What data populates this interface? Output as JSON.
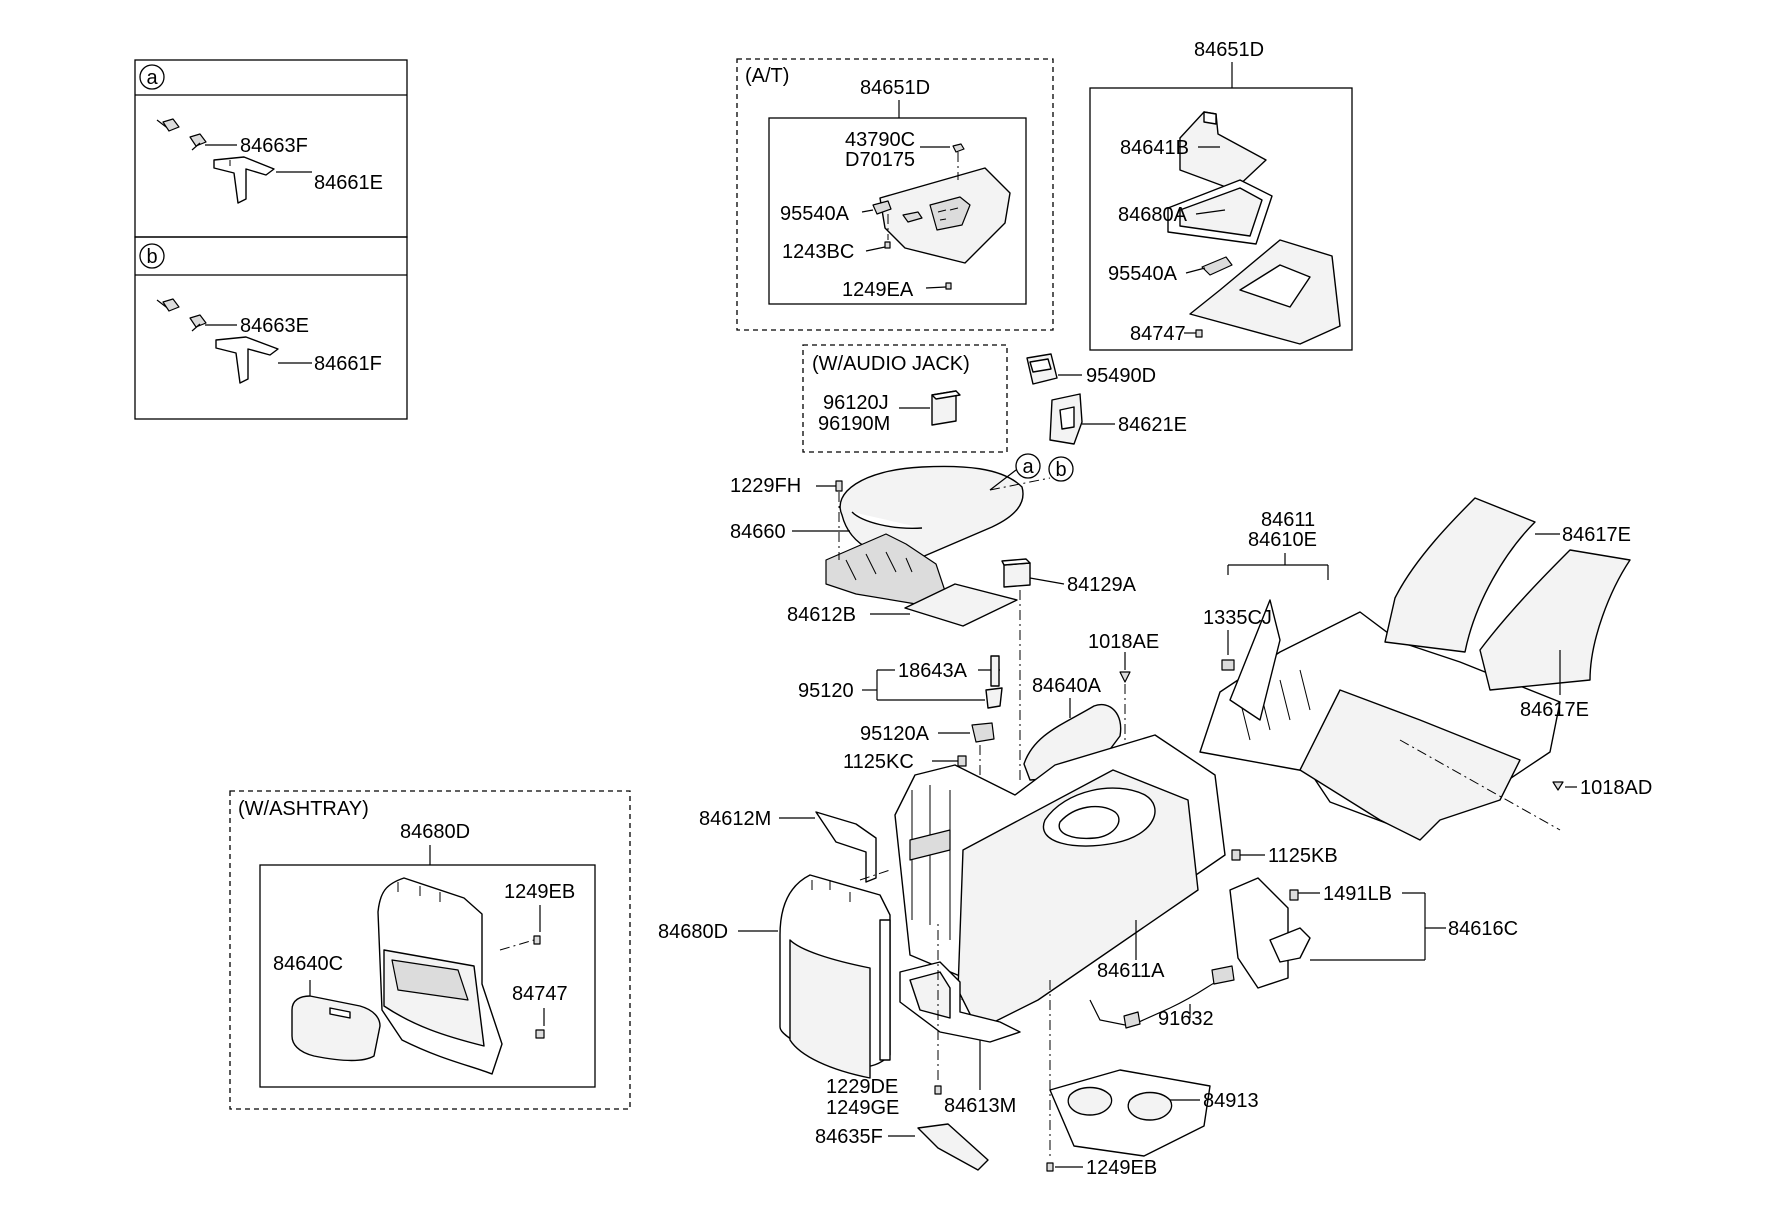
{
  "diagram": {
    "inset_boxes": {
      "a": {
        "circle": "a",
        "labels": [
          "84663F",
          "84661E"
        ]
      },
      "b": {
        "circle": "b",
        "labels": [
          "84663E",
          "84661F"
        ]
      }
    },
    "at_box": {
      "heading": "(A/T)",
      "top_label": "84651D",
      "labels": [
        "43790C",
        "D70175",
        "95540A",
        "1243BC",
        "1249EA"
      ]
    },
    "manual_box": {
      "top_label": "84651D",
      "labels": [
        "84641B",
        "84680A",
        "95540A",
        "84747"
      ]
    },
    "audio_box": {
      "heading": "(W/AUDIO JACK)",
      "labels": [
        "96120J",
        "96190M"
      ]
    },
    "ashtray_box": {
      "heading": "(W/ASHTRAY)",
      "top_label": "84680D",
      "labels": [
        "1249EB",
        "84640C",
        "84747"
      ]
    },
    "circle_refs": [
      "a",
      "b"
    ],
    "callouts": [
      "95490D",
      "84621E",
      "1229FH",
      "84660",
      "84129A",
      "84612B",
      "18643A",
      "95120",
      "95120A",
      "1125KC",
      "84640A",
      "1018AE",
      "84611",
      "84610E",
      "1335CJ",
      "84617E",
      "84617E",
      "1018AD",
      "84612M",
      "84680D",
      "1125KB",
      "1491LB",
      "84616C",
      "84611A",
      "91632",
      "1229DE",
      "1249GE",
      "84613M",
      "84913",
      "84635F",
      "1249EB"
    ]
  }
}
